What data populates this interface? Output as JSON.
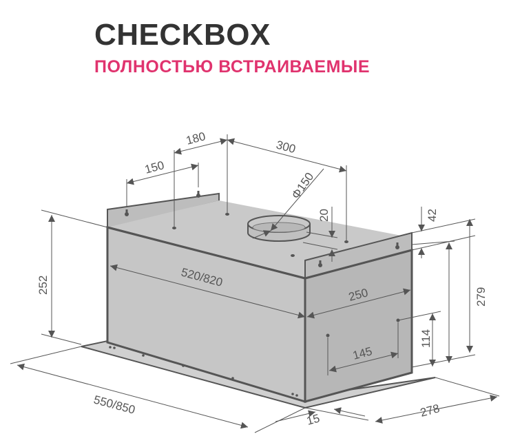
{
  "header": {
    "title": "CHECKBOX",
    "subtitle": "ПОЛНОСТЬЮ ВСТРАИВАЕМЫЕ"
  },
  "colors": {
    "title": "#333333",
    "subtitle": "#e0336e",
    "body_front": "#c6c6c6",
    "body_side": "#b7b7b7",
    "outline": "#555555"
  },
  "dimensions": {
    "mount_offset": "180",
    "outlet_offset": "300",
    "mount_spacing": "150",
    "outlet_diameter": "Φ150",
    "outlet_height": "20",
    "flange_height": "42",
    "body_height": "252",
    "total_height": "279",
    "body_width": "520/820",
    "body_depth": "250",
    "side_hole_height": "114",
    "side_hole_spacing": "145",
    "panel_width": "550/850",
    "panel_overhang": "15",
    "panel_depth": "278"
  }
}
